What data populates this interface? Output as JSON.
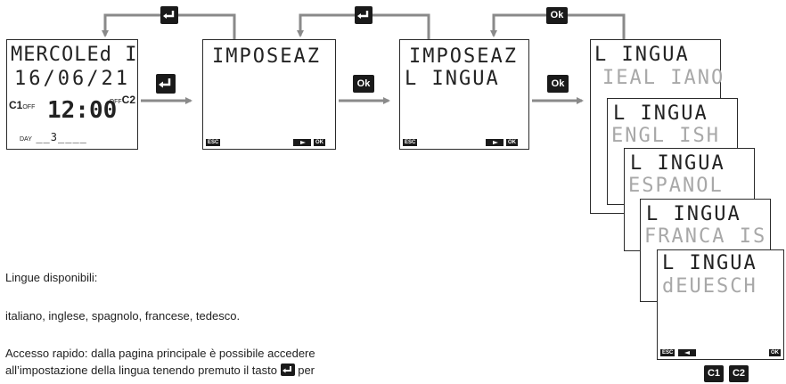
{
  "screen1": {
    "line1": "MERCOLEd I",
    "line2": "16/06/21",
    "c1_label": "C1",
    "c1_state": "OFF",
    "time": "12:00",
    "c2_state": "OFF",
    "c2_label": "C2",
    "day_label": "DAY",
    "day_value": "__3____"
  },
  "screen2": {
    "line1": "IMPOSEAZ",
    "esc": "ESC",
    "ok": "OK"
  },
  "screen3": {
    "line1": "IMPOSEAZ",
    "line2": "L INGUA",
    "esc": "ESC",
    "ok": "OK"
  },
  "lang_screens": [
    {
      "title": "L INGUA",
      "value": "IEAL IANO"
    },
    {
      "title": "L INGUA",
      "value": "ENGL ISH"
    },
    {
      "title": "L INGUA",
      "value": "ESPANOL"
    },
    {
      "title": "L INGUA",
      "value": "FRANCA IS"
    },
    {
      "title": "L INGUA",
      "value": "dEUESCH"
    }
  ],
  "lang_front": {
    "esc": "ESC",
    "ok": "OK"
  },
  "keys": {
    "ok_key": "Ok",
    "c1_key": "C1",
    "c2_key": "C2"
  },
  "notes": {
    "available_title": "Lingue disponibili:",
    "available_list": "italiano, inglese, spagnolo, francese, tedesco.",
    "quick_line1": "Accesso rapido: dalla pagina principale è possibile accedere",
    "quick_line2_a": "all’impostazione della lingua tenendo premuto il tasto",
    "quick_line2_b": "per"
  }
}
